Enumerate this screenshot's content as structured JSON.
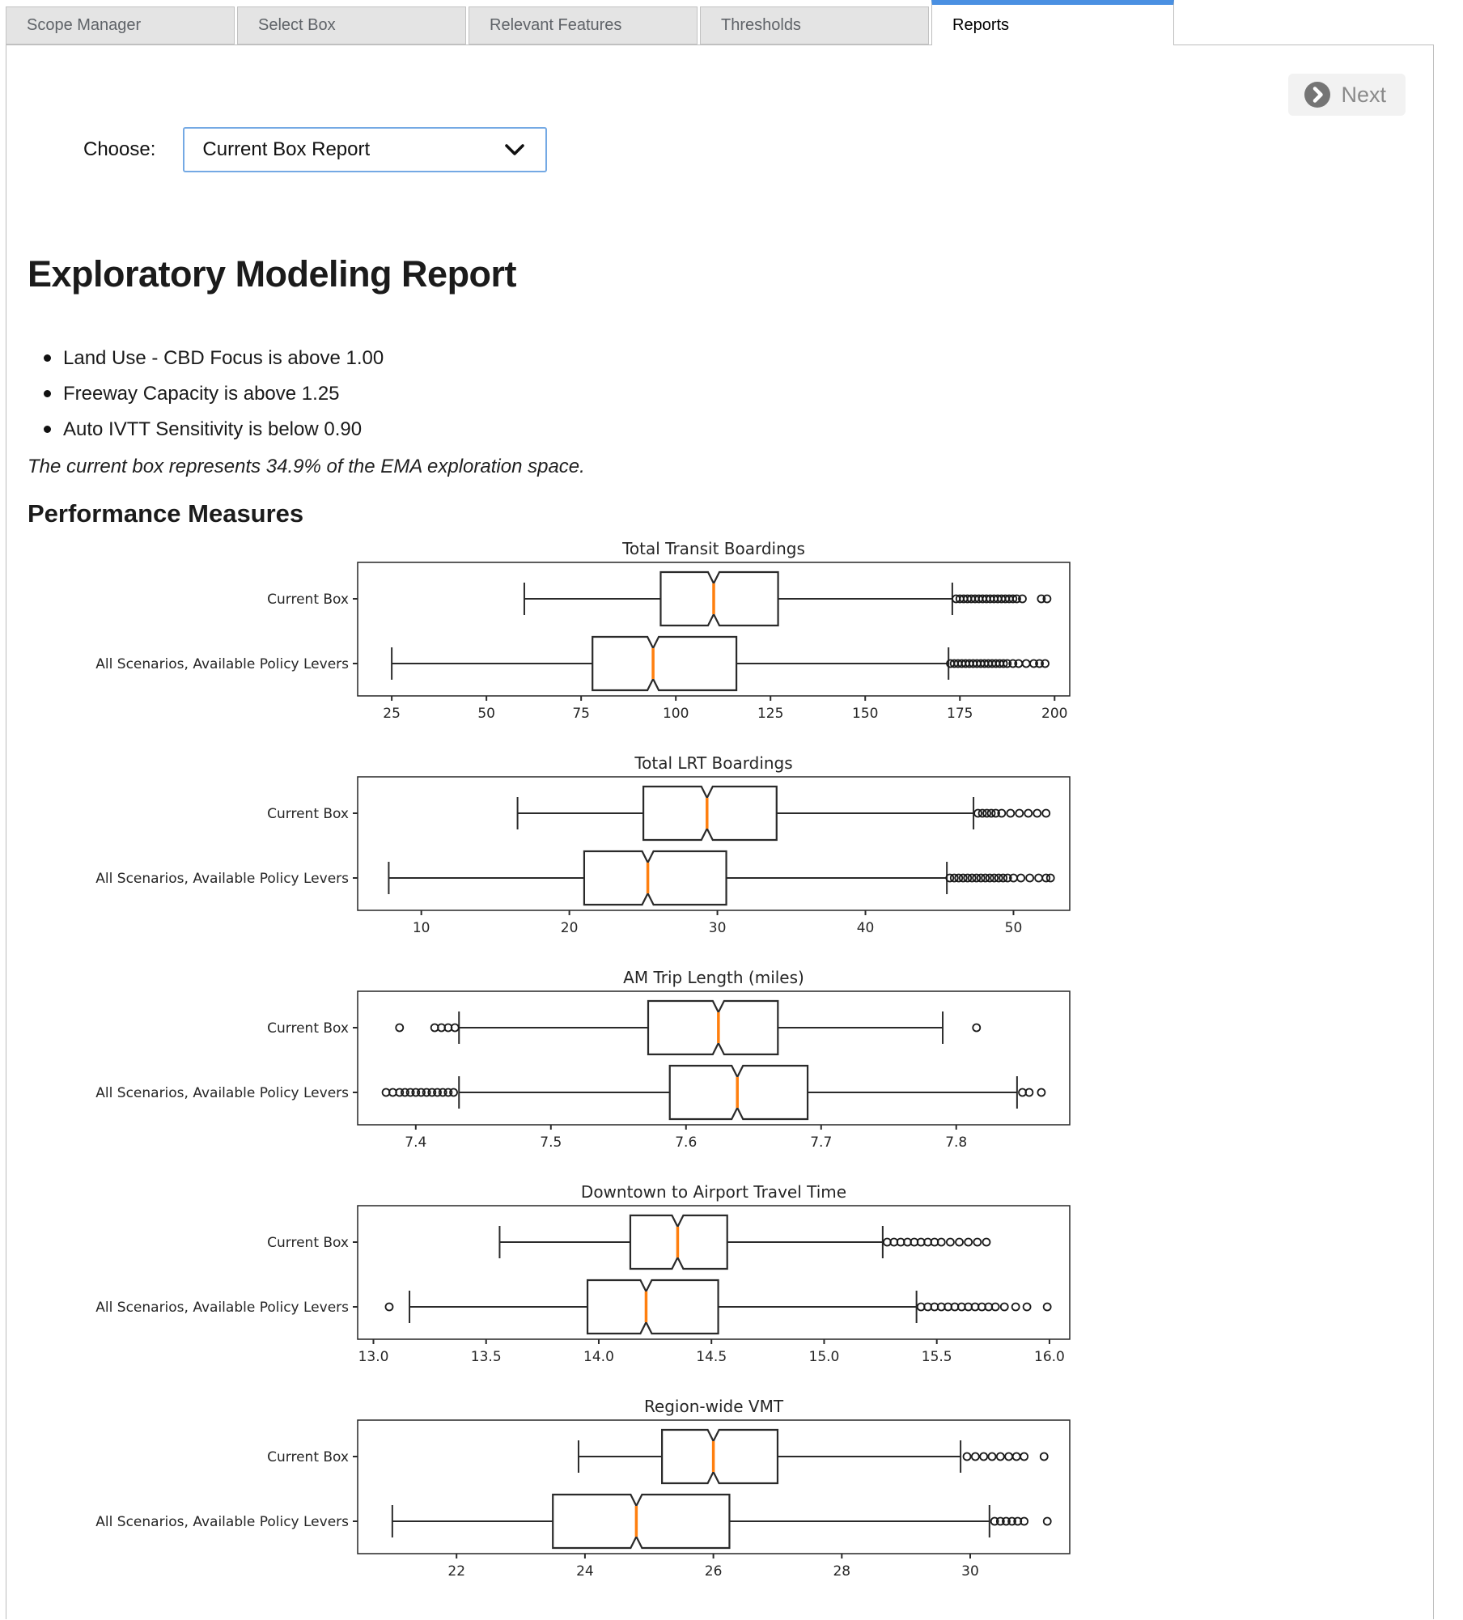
{
  "colors": {
    "tab_accent_blue": "#4a90e2",
    "select_border_blue": "#74a9e4",
    "median_orange": "#ff7f0e",
    "inactive_tab_bg": "#e4e4e4",
    "next_button_bg": "#f2f2f2",
    "next_button_text": "#8a8a8a"
  },
  "tabs": [
    {
      "label": "Scope Manager",
      "active": false
    },
    {
      "label": "Select Box",
      "active": false
    },
    {
      "label": "Relevant Features",
      "active": false
    },
    {
      "label": "Thresholds",
      "active": false
    },
    {
      "label": "Reports",
      "active": true
    }
  ],
  "toolbar": {
    "next_label": "Next"
  },
  "chooser": {
    "label": "Choose:",
    "selected_option": "Current Box Report"
  },
  "report": {
    "title": "Exploratory Modeling Report",
    "constraints": [
      "Land Use - CBD Focus is above 1.00",
      "Freeway Capacity is above 1.25",
      "Auto IVTT Sensitivity is below 0.90"
    ],
    "coverage_note": "The current box represents 34.9% of the EMA exploration space.",
    "section_title": "Performance Measures"
  },
  "chart_data": [
    {
      "type": "box",
      "orientation": "horizontal",
      "title": "Total Transit Boardings",
      "xlim": [
        16,
        204
      ],
      "xticks": [
        25,
        50,
        75,
        100,
        125,
        150,
        175,
        200
      ],
      "xtick_labels": [
        "25",
        "50",
        "75",
        "100",
        "125",
        "150",
        "175",
        "200"
      ],
      "rows": [
        {
          "label": "Current Box",
          "whisker_low": 60,
          "q1": 96,
          "median": 110,
          "q3": 127,
          "whisker_high": 173,
          "outliers": [
            174,
            175,
            176,
            177,
            178,
            179,
            180,
            181,
            182,
            183,
            184,
            185,
            186,
            187,
            188,
            189,
            190,
            191.5,
            196.5,
            198
          ]
        },
        {
          "label": "All Scenarios, Available Policy Levers",
          "whisker_low": 25,
          "q1": 78,
          "median": 94,
          "q3": 116,
          "whisker_high": 172,
          "outliers": [
            172.5,
            173.5,
            174.5,
            175.5,
            176.5,
            177.5,
            178.5,
            179.5,
            180.5,
            181.5,
            182.5,
            183.5,
            184.5,
            185.5,
            186.5,
            187.5,
            189,
            190.5,
            192.5,
            194.5,
            196,
            197.5
          ]
        }
      ]
    },
    {
      "type": "box",
      "orientation": "horizontal",
      "title": "Total LRT Boardings",
      "xlim": [
        5.7,
        53.8
      ],
      "xticks": [
        10,
        20,
        30,
        40,
        50
      ],
      "xtick_labels": [
        "10",
        "20",
        "30",
        "40",
        "50"
      ],
      "rows": [
        {
          "label": "Current Box",
          "whisker_low": 16.5,
          "q1": 25,
          "median": 29.3,
          "q3": 34,
          "whisker_high": 47.3,
          "outliers": [
            47.6,
            47.9,
            48.2,
            48.5,
            48.8,
            49.2,
            49.8,
            50.4,
            51.0,
            51.6,
            52.2
          ]
        },
        {
          "label": "All Scenarios, Available Policy Levers",
          "whisker_low": 7.8,
          "q1": 21,
          "median": 25.3,
          "q3": 30.6,
          "whisker_high": 45.5,
          "outliers": [
            45.7,
            46.0,
            46.3,
            46.6,
            46.9,
            47.2,
            47.5,
            47.8,
            48.1,
            48.4,
            48.7,
            49.0,
            49.3,
            49.6,
            50.0,
            50.5,
            51.1,
            51.7,
            52.2,
            52.5
          ]
        }
      ]
    },
    {
      "type": "box",
      "orientation": "horizontal",
      "title": "AM Trip Length (miles)",
      "xlim": [
        7.357,
        7.884
      ],
      "xticks": [
        7.4,
        7.5,
        7.6,
        7.7,
        7.8
      ],
      "xtick_labels": [
        "7.4",
        "7.5",
        "7.6",
        "7.7",
        "7.8"
      ],
      "rows": [
        {
          "label": "Current Box",
          "whisker_low": 7.432,
          "q1": 7.572,
          "median": 7.624,
          "q3": 7.668,
          "whisker_high": 7.79,
          "outliers": [
            7.388,
            7.414,
            7.419,
            7.424,
            7.429,
            7.815
          ]
        },
        {
          "label": "All Scenarios, Available Policy Levers",
          "whisker_low": 7.432,
          "q1": 7.588,
          "median": 7.638,
          "q3": 7.69,
          "whisker_high": 7.845,
          "outliers": [
            7.378,
            7.383,
            7.388,
            7.392,
            7.396,
            7.4,
            7.404,
            7.408,
            7.412,
            7.416,
            7.42,
            7.424,
            7.428,
            7.849,
            7.854,
            7.863
          ]
        }
      ]
    },
    {
      "type": "box",
      "orientation": "horizontal",
      "title": "Downtown to Airport Travel Time",
      "xlim": [
        12.93,
        16.09
      ],
      "xticks": [
        13.0,
        13.5,
        14.0,
        14.5,
        15.0,
        15.5,
        16.0
      ],
      "xtick_labels": [
        "13.0",
        "13.5",
        "14.0",
        "14.5",
        "15.0",
        "15.5",
        "16.0"
      ],
      "rows": [
        {
          "label": "Current Box",
          "whisker_low": 13.56,
          "q1": 14.14,
          "median": 14.35,
          "q3": 14.57,
          "whisker_high": 15.26,
          "outliers": [
            15.28,
            15.31,
            15.34,
            15.37,
            15.4,
            15.43,
            15.46,
            15.49,
            15.52,
            15.56,
            15.6,
            15.64,
            15.68,
            15.72
          ]
        },
        {
          "label": "All Scenarios, Available Policy Levers",
          "whisker_low": 13.16,
          "q1": 13.95,
          "median": 14.21,
          "q3": 14.53,
          "whisker_high": 15.41,
          "outliers": [
            13.07,
            15.43,
            15.46,
            15.49,
            15.52,
            15.55,
            15.58,
            15.61,
            15.64,
            15.67,
            15.7,
            15.73,
            15.76,
            15.8,
            15.85,
            15.9,
            15.99
          ]
        }
      ]
    },
    {
      "type": "box",
      "orientation": "horizontal",
      "title": "Region-wide VMT",
      "xlim": [
        20.46,
        31.55
      ],
      "xticks": [
        22,
        24,
        26,
        28,
        30
      ],
      "xtick_labels": [
        "22",
        "24",
        "26",
        "28",
        "30"
      ],
      "rows": [
        {
          "label": "Current Box",
          "whisker_low": 23.9,
          "q1": 25.2,
          "median": 26.0,
          "q3": 27.0,
          "whisker_high": 29.85,
          "outliers": [
            29.95,
            30.08,
            30.21,
            30.34,
            30.47,
            30.6,
            30.72,
            30.84,
            31.15
          ]
        },
        {
          "label": "All Scenarios, Available Policy Levers",
          "whisker_low": 21.0,
          "q1": 23.5,
          "median": 24.8,
          "q3": 26.25,
          "whisker_high": 30.3,
          "outliers": [
            30.38,
            30.47,
            30.56,
            30.65,
            30.74,
            30.84,
            31.2
          ]
        }
      ]
    }
  ]
}
